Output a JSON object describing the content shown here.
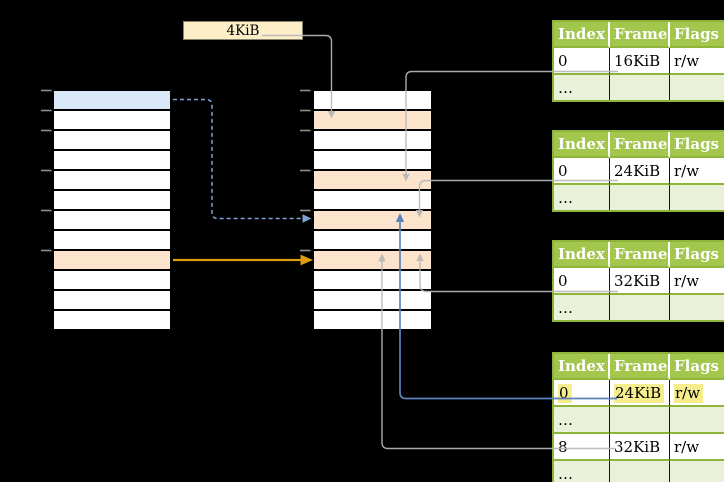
{
  "background": "#000000",
  "page_size_label": {
    "text": "4KiB"
  },
  "virtual_memory_column": {
    "rows": 12,
    "blue_rows": [
      0
    ],
    "orange_rows": [
      8
    ]
  },
  "physical_memory_column": {
    "rows": 12,
    "orange_rows": [
      1,
      4,
      6,
      8
    ]
  },
  "page_tables": [
    {
      "name": "page-table-1",
      "headers": [
        "Index",
        "Frame",
        "Flags"
      ],
      "rows": [
        {
          "cells": [
            "0",
            "16KiB",
            "r/w"
          ],
          "shaded": false,
          "highlighted": false
        },
        {
          "cells": [
            "…",
            "",
            ""
          ],
          "shaded": true,
          "highlighted": false
        }
      ]
    },
    {
      "name": "page-table-2",
      "headers": [
        "Index",
        "Frame",
        "Flags"
      ],
      "rows": [
        {
          "cells": [
            "0",
            "24KiB",
            "r/w"
          ],
          "shaded": false,
          "highlighted": false
        },
        {
          "cells": [
            "…",
            "",
            ""
          ],
          "shaded": true,
          "highlighted": false
        }
      ]
    },
    {
      "name": "page-table-3",
      "headers": [
        "Index",
        "Frame",
        "Flags"
      ],
      "rows": [
        {
          "cells": [
            "0",
            "32KiB",
            "r/w"
          ],
          "shaded": false,
          "highlighted": false
        },
        {
          "cells": [
            "…",
            "",
            ""
          ],
          "shaded": true,
          "highlighted": false
        }
      ]
    },
    {
      "name": "page-table-4",
      "headers": [
        "Index",
        "Frame",
        "Flags"
      ],
      "rows": [
        {
          "cells": [
            "0",
            "24KiB",
            "r/w"
          ],
          "shaded": false,
          "highlighted": true
        },
        {
          "cells": [
            "…",
            "",
            ""
          ],
          "shaded": true,
          "highlighted": false
        },
        {
          "cells": [
            "8",
            "32KiB",
            "r/w"
          ],
          "shaded": false,
          "highlighted": false
        },
        {
          "cells": [
            "…",
            "",
            ""
          ],
          "shaded": true,
          "highlighted": false
        }
      ]
    }
  ],
  "colors": {
    "background": "#000000",
    "header_green": "#a3c64c",
    "border_green": "#8db53b",
    "row_green": "#e9f1d9",
    "orange_row": "#fce3cb",
    "blue_row": "#d9e7f8",
    "highlight_yellow": "#f6ee8d",
    "box_fill": "#fdeec8",
    "arrow_gray": "#b6b6b6",
    "arrow_blue": "#5d81bd",
    "arrow_blue_dashed": "#7fa1d3",
    "arrow_orange": "#dd9c0e",
    "tick_gray": "#8f8f8f"
  }
}
